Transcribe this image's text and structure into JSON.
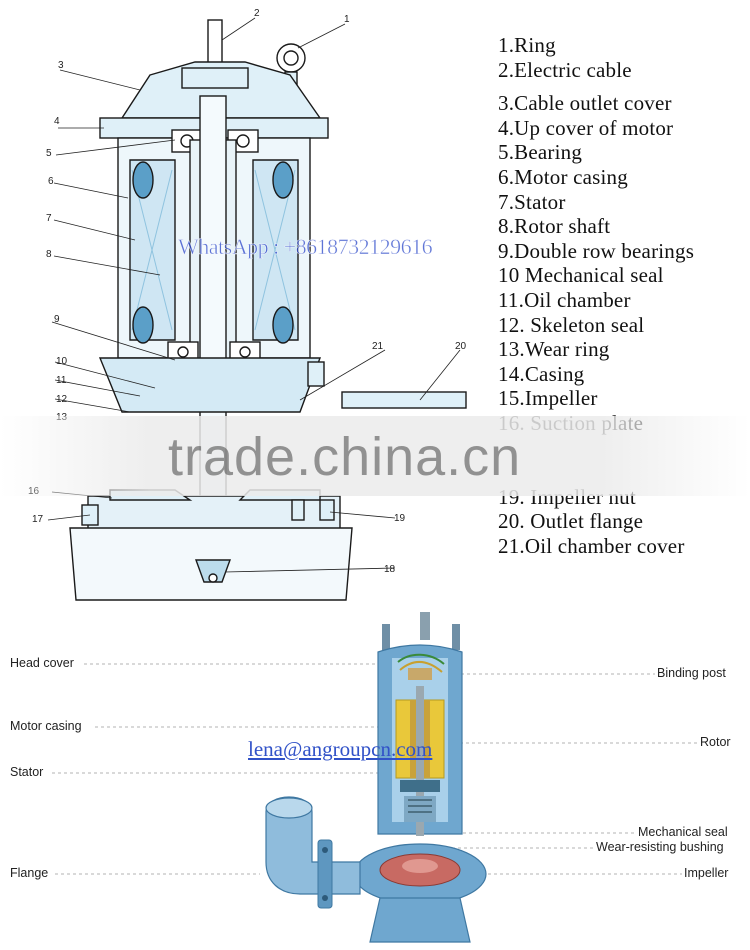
{
  "parts_list": [
    "1.Ring",
    "2.Electric cable",
    "3.Cable outlet cover",
    "4.Up cover of motor",
    "5.Bearing",
    "6.Motor casing",
    "7.Stator",
    "8.Rotor shaft",
    "9.Double  row  bearings",
    "10 Mechanical seal",
    "11.Oil chamber",
    "12.  Skeleton seal",
    "13.Wear ring",
    "14.Casing",
    "15.Impeller",
    "16. Suction plate",
    "19. Impeller nut",
    "20.  Outlet flange",
    "21.Oil chamber cover"
  ],
  "drawing_numbers": [
    "1",
    "2",
    "3",
    "4",
    "5",
    "6",
    "7",
    "8",
    "9",
    "10",
    "11",
    "12",
    "13",
    "16",
    "17",
    "18",
    "19",
    "20",
    "21"
  ],
  "callouts_left": [
    "Head cover",
    "Motor casing",
    "Stator",
    "Flange"
  ],
  "callouts_right": [
    "Binding post",
    "Rotor",
    "Mechanical seal",
    "Wear-resisting bushing",
    "Impeller"
  ],
  "watermarks": {
    "whatsapp": "WhatsApp : +8618732129616",
    "site": "trade.china.cn",
    "email": "lena@angroupcn.com"
  },
  "colors": {
    "drawing_fill": "#dff0f8",
    "drawing_line": "#1a1a1a",
    "pump_blue": "#6fa7cf",
    "stator_yellow": "#e9c83a",
    "impeller_red": "#c86a63"
  }
}
